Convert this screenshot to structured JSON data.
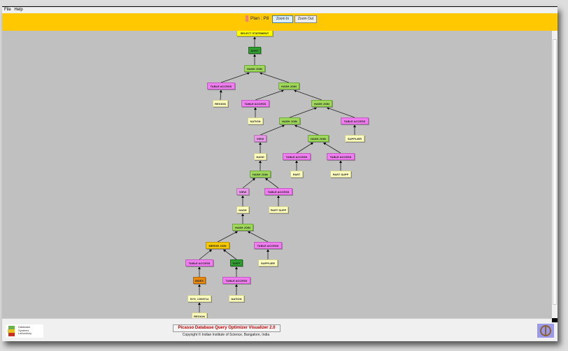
{
  "menu": [
    "File",
    "Help"
  ],
  "toolbar": {
    "plan_label": "Plan : P8",
    "zoom_in": "Zoom In",
    "zoom_out": "Zoom Out",
    "plan_color": "#f08080"
  },
  "tree": {
    "nodes": [
      {
        "label": "SELECT STATEMENT",
        "kind": "select"
      },
      {
        "label": "SORT",
        "kind": "sort"
      },
      {
        "label": "HASH JOIN",
        "kind": "join"
      },
      {
        "label": "TABLE ACCESS",
        "kind": "access"
      },
      {
        "label": "HASH JOIN",
        "kind": "join"
      },
      {
        "label": "REGION",
        "kind": "rel"
      },
      {
        "label": "TABLE ACCESS",
        "kind": "access"
      },
      {
        "label": "HASH JOIN",
        "kind": "join"
      },
      {
        "label": "NATION",
        "kind": "rel"
      },
      {
        "label": "HASH JOIN",
        "kind": "join"
      },
      {
        "label": "TABLE ACCESS",
        "kind": "access"
      },
      {
        "label": "VIEW",
        "kind": "view"
      },
      {
        "label": "HASH JOIN",
        "kind": "join"
      },
      {
        "label": "SUPPLIER",
        "kind": "rel"
      },
      {
        "label": "HASH",
        "kind": "rel"
      },
      {
        "label": "TABLE ACCESS",
        "kind": "access"
      },
      {
        "label": "TABLE ACCESS",
        "kind": "access"
      },
      {
        "label": "PART",
        "kind": "rel"
      },
      {
        "label": "PART SUPP",
        "kind": "rel"
      },
      {
        "label": "HASH JOIN",
        "kind": "join"
      },
      {
        "label": "VIEW",
        "kind": "view"
      },
      {
        "label": "TABLE ACCESS",
        "kind": "access"
      },
      {
        "label": "HASH",
        "kind": "rel"
      },
      {
        "label": "PART SUPP",
        "kind": "rel"
      },
      {
        "label": "HASH JOIN",
        "kind": "join"
      },
      {
        "label": "MERGE JOIN",
        "kind": "merge"
      },
      {
        "label": "TABLE ACCESS",
        "kind": "access"
      },
      {
        "label": "TABLE ACCESS",
        "kind": "access"
      },
      {
        "label": "SORT",
        "kind": "sort"
      },
      {
        "label": "SUPPLIER",
        "kind": "rel"
      },
      {
        "label": "INDEX",
        "kind": "index"
      },
      {
        "label": "TABLE ACCESS",
        "kind": "access"
      },
      {
        "label": "SYS_C009714",
        "kind": "rel"
      },
      {
        "label": "NATION",
        "kind": "rel"
      },
      {
        "label": "REGION",
        "kind": "rel"
      }
    ]
  },
  "footer": {
    "title": "Picasso Database Query Optimizer Visualizer 2.0",
    "copyright": "Copyright © Indian Institute of Science, Bangalore, India",
    "dsl_logo_text": "Database Systems Laboratory"
  }
}
